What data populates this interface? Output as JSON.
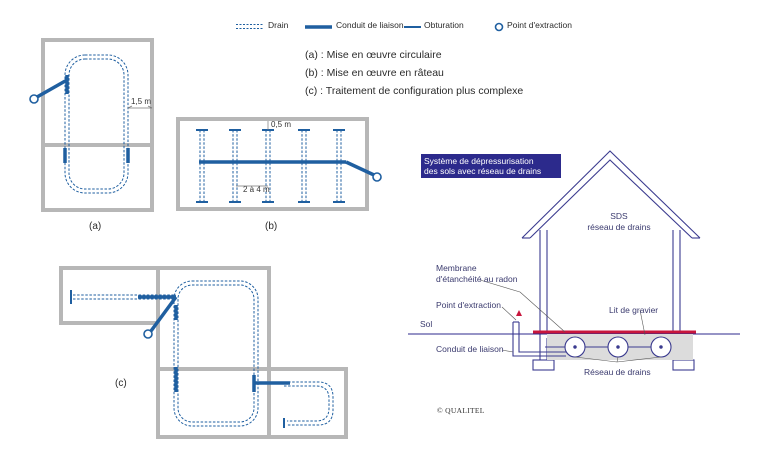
{
  "legend": {
    "drain": "Drain",
    "conduit": "Conduit de liaison",
    "obturation": "Obturation",
    "extraction": "Point d'extraction"
  },
  "notes": {
    "a": "(a) : Mise en œuvre circulaire",
    "b": "(b) : Mise en œuvre en râteau",
    "c": "(c) : Traitement de configuration plus complexe"
  },
  "captions": {
    "a": "(a)",
    "b": "(b)",
    "c": "(c)"
  },
  "dimensions": {
    "a_offset": "1,5 m",
    "b_offset": "0,5 m",
    "b_spacing": "2 à 4 m"
  },
  "house": {
    "title_line1": "Système de dépressurisation",
    "title_line2": "des sols avec réseau de drains",
    "sds_line1": "SDS",
    "sds_line2": "réseau de drains",
    "membrane_line1": "Membrane",
    "membrane_line2": "d'étanchéité au radon",
    "extraction": "Point d'extraction",
    "gravel": "Lit de gravier",
    "sol": "Sol",
    "conduit": "Conduit de liaison",
    "drains": "Réseau de drains"
  },
  "copyright": "© QUALITEL",
  "colors": {
    "blue": "#1f5fa0",
    "gray": "#b7b7b7",
    "red": "#c8163d",
    "navy": "#2c2a8c",
    "house": "#3b3b8f"
  }
}
